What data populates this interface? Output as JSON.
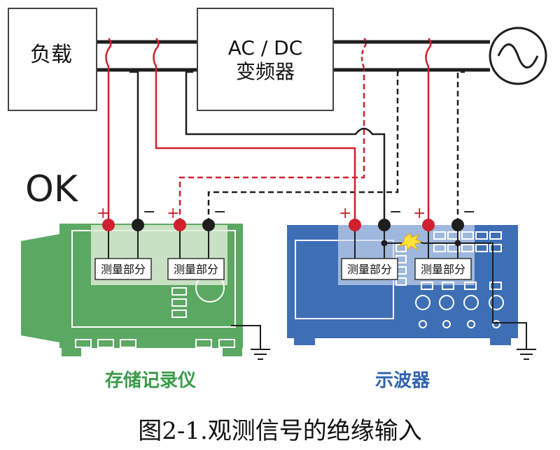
{
  "diagram": {
    "load_label": "负载",
    "converter_line1": "AC / DC",
    "converter_line2": "变频器",
    "ok_label": "OK",
    "recorder_name": "存储记录仪",
    "oscilloscope_name": "示波器",
    "measure_label": "测量部分",
    "plus_sign": "+",
    "minus_sign": "−",
    "caption": "图2-1.观测信号的绝缘输入"
  },
  "colors": {
    "recorder_body": "#5ba862",
    "recorder_label": "#3a9a4a",
    "oscilloscope_body": "#3e6fb5",
    "oscilloscope_label": "#2f63ad",
    "probe_red": "#d0202e",
    "probe_black": "#1e1e1e",
    "spark": "#ffe23a"
  }
}
